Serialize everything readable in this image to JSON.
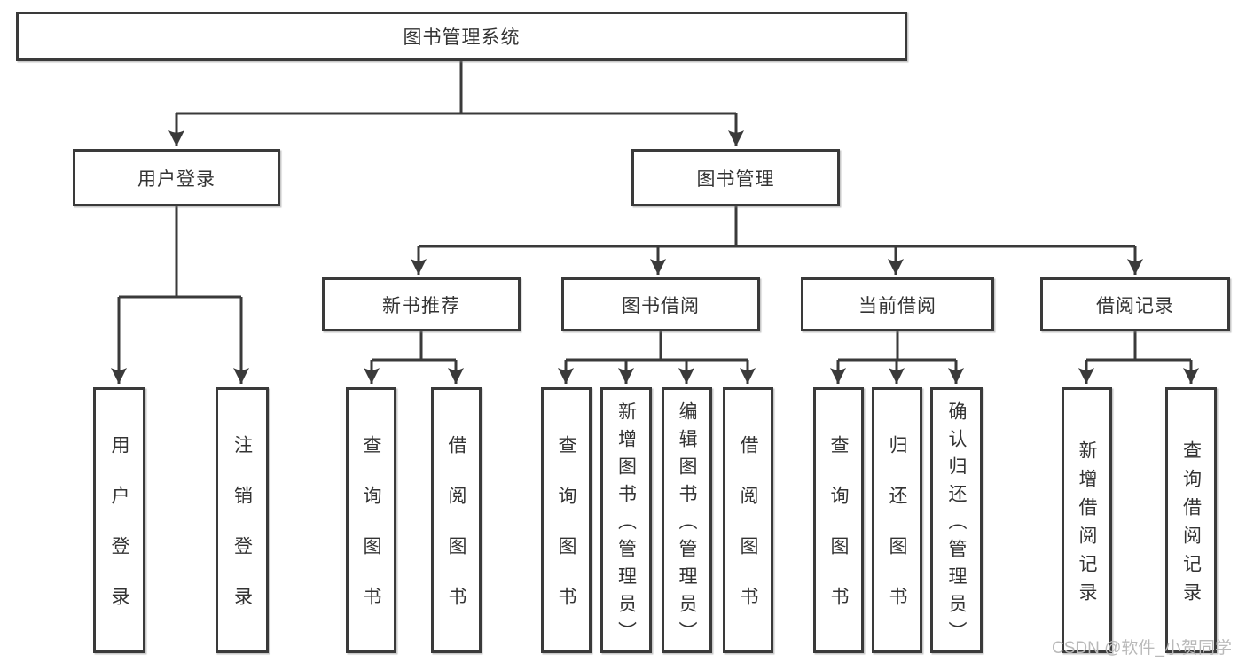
{
  "tree": {
    "root": "图书管理系统",
    "level2": [
      {
        "label": "用户登录",
        "children": [
          "用户登录",
          "注销登录"
        ]
      },
      {
        "label": "图书管理",
        "children": [
          {
            "label": "新书推荐",
            "children": [
              "查询图书",
              "借阅图书"
            ]
          },
          {
            "label": "图书借阅",
            "children": [
              "查询图书",
              "新增图书（管理员）",
              "编辑图书（管理员）",
              "借阅图书"
            ]
          },
          {
            "label": "当前借阅",
            "children": [
              "查询图书",
              "归还图书",
              "确认归还（管理员）"
            ]
          },
          {
            "label": "借阅记录",
            "children": [
              "新增借阅记录",
              "查询借阅记录"
            ]
          }
        ]
      }
    ]
  },
  "watermark": "CSDN @软件_小贺同学",
  "colors": {
    "line": "#3a3a3a",
    "text": "#333333",
    "background": "#ffffff",
    "watermark": "#b9b9b9"
  }
}
